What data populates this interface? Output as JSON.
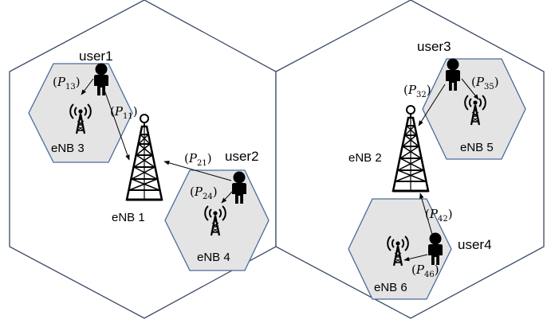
{
  "colors": {
    "macro_cell_stroke": "#3a4a66",
    "small_cell_fill": "#e4e4e4",
    "small_cell_stroke": "#4a6a9a",
    "icon_color": "#000000",
    "arrow_color": "#000000"
  },
  "macro_cells": [
    {
      "id": "left"
    },
    {
      "id": "right"
    }
  ],
  "small_cells": [
    {
      "id": "enb3",
      "label": "eNB 3"
    },
    {
      "id": "enb4",
      "label": "eNB 4"
    },
    {
      "id": "enb5",
      "label": "eNB 5"
    },
    {
      "id": "enb6",
      "label": "eNB 6"
    }
  ],
  "macro_stations": [
    {
      "id": "enb1",
      "label": "eNB 1"
    },
    {
      "id": "enb2",
      "label": "eNB 2"
    }
  ],
  "users": [
    {
      "id": "user1",
      "label": "user1"
    },
    {
      "id": "user2",
      "label": "user2"
    },
    {
      "id": "user3",
      "label": "user3"
    },
    {
      "id": "user4",
      "label": "user4"
    }
  ],
  "links": [
    {
      "id": "p13",
      "sym": "P",
      "sub": "13"
    },
    {
      "id": "p11",
      "sym": "P",
      "sub": "11"
    },
    {
      "id": "p21",
      "sym": "P",
      "sub": "21"
    },
    {
      "id": "p24",
      "sym": "P",
      "sub": "24"
    },
    {
      "id": "p32",
      "sym": "P",
      "sub": "32"
    },
    {
      "id": "p35",
      "sym": "P",
      "sub": "35"
    },
    {
      "id": "p42",
      "sym": "P",
      "sub": "42"
    },
    {
      "id": "p46",
      "sym": "P",
      "sub": "46"
    }
  ]
}
